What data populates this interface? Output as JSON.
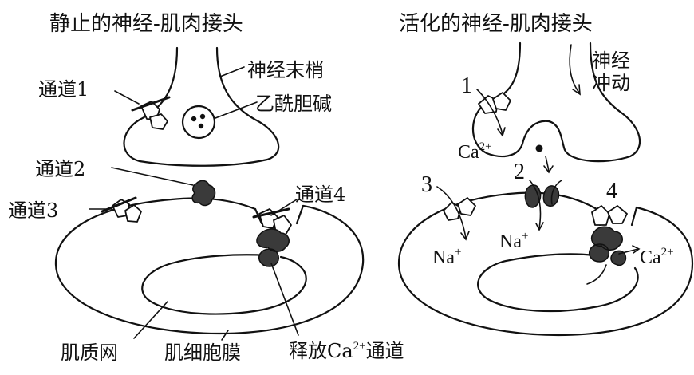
{
  "resting": {
    "title": "静止的神经-肌肉接头",
    "labels": {
      "nerve_terminal": "神经末梢",
      "acetylcholine": "乙酰胆碱",
      "channel1": "通道1",
      "channel2": "通道2",
      "channel3": "通道3",
      "channel4": "通道4",
      "sarcoplasmic_reticulum": "肌质网",
      "sarcolemma": "肌细胞膜",
      "ca_release_channel_prefix": "释放Ca",
      "ca_release_channel_sup": "2+",
      "ca_release_channel_suffix": "通道"
    }
  },
  "activated": {
    "title": "活化的神经-肌肉接头",
    "labels": {
      "nerve_impulse_line1": "神经",
      "nerve_impulse_line2": "冲动",
      "num1": "1",
      "num2": "2",
      "num3": "3",
      "num4": "4",
      "ca_in_base": "Ca",
      "ca_in_sup": "2+",
      "na_left_base": "Na",
      "na_left_sup": "+",
      "na_mid_base": "Na",
      "na_mid_sup": "+",
      "ca_out_base": "Ca",
      "ca_out_sup": "2+"
    }
  }
}
